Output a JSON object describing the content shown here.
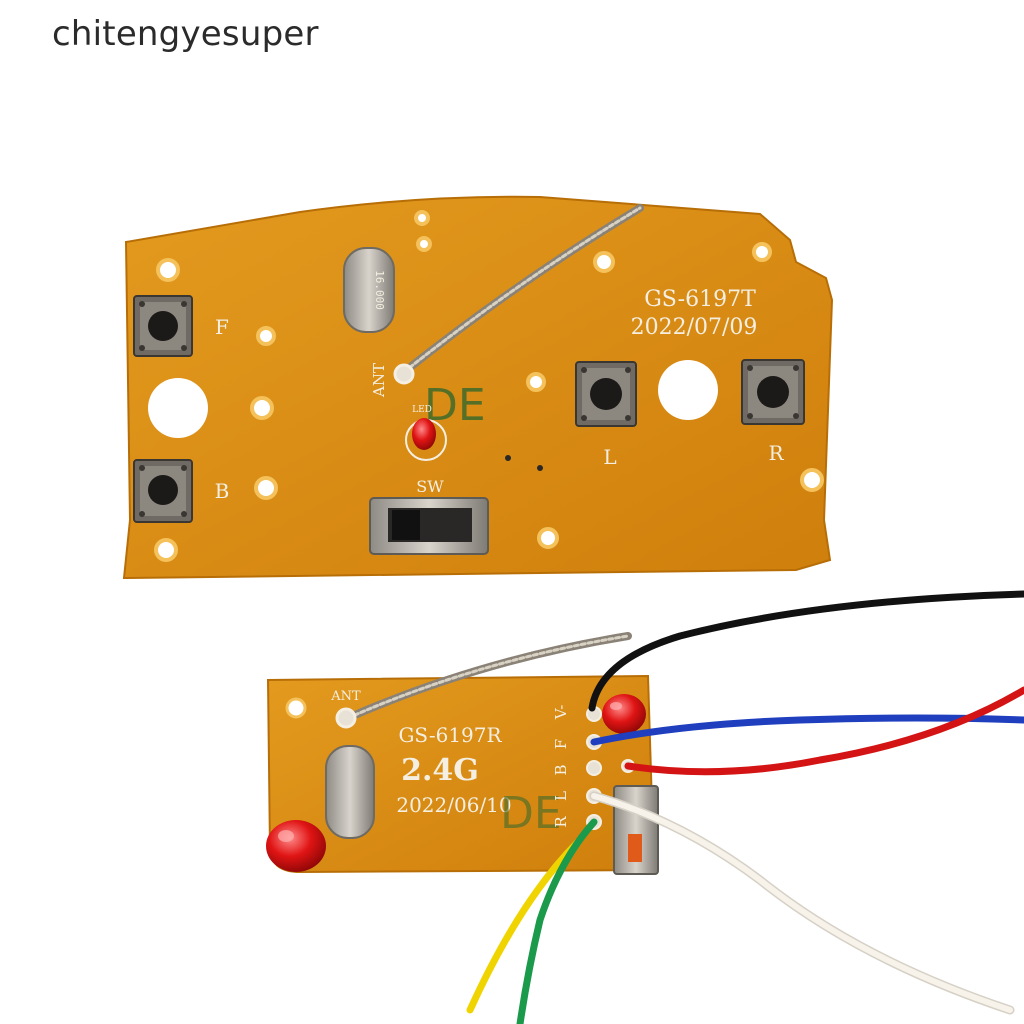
{
  "watermark": "chitengyesuper",
  "transmitter": {
    "model": "GS-6197T",
    "date": "2022/07/09",
    "label_ant": "ANT",
    "label_led": "LED",
    "label_sw": "SW",
    "label_f": "F",
    "label_b": "B",
    "label_l": "L",
    "label_r": "R",
    "crystal_text": "16.000",
    "marking": "DE"
  },
  "receiver": {
    "model": "GS-6197R",
    "freq": "2.4G",
    "date": "2022/06/10",
    "label_ant": "ANT",
    "pin_labels": [
      "V-",
      "F",
      "B",
      "L",
      "R"
    ],
    "marking": "DE"
  },
  "colors": {
    "pcb": "#d98a12",
    "pcb_edge": "#c37608",
    "wire_black": "#111111",
    "wire_blue": "#1f3fbf",
    "wire_red": "#d41414",
    "wire_white": "#f2ede4",
    "wire_green": "#1a9a4a",
    "wire_yellow": "#f0d400"
  }
}
